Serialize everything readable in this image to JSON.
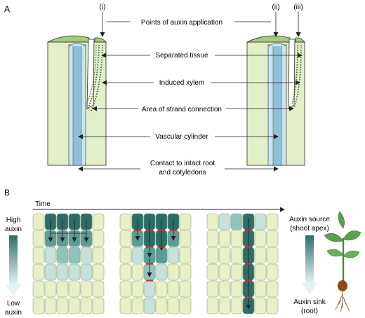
{
  "panel_a": {
    "panel_label": "A",
    "labels": {
      "i": "(i)",
      "ii": "(ii)",
      "iii": "(iii)",
      "points": "Points of auxin application",
      "separated": "Separated tissue",
      "induced": "Induced xylem",
      "strand": "Area of strand connection",
      "vascular": "Vascular cylinder",
      "contact_line1": "Contact to intact root",
      "contact_line2": "and cotyledons"
    }
  },
  "panel_b": {
    "panel_label": "B",
    "time_label": "Time",
    "left_scale": {
      "top_line1": "High",
      "top_line2": "auxin",
      "bottom_line1": "Low",
      "bottom_line2": "auxin"
    },
    "right_scale": {
      "top_line1": "Auxin source",
      "top_line2": "(shoot apex)",
      "bottom_line1": "Auxin sink",
      "bottom_line2": "(root)"
    },
    "colors": {
      "level_0": "#e8f0c8",
      "level_1": "#c6e2db",
      "level_2": "#8fc3bd",
      "level_3": "#5a9d98",
      "level_4": "#2b6e69",
      "cell_border": "#9aa878",
      "accent_red": "#c0392b",
      "arrow": "#222222"
    },
    "grids": [
      {
        "levels": [
          [
            0,
            4,
            4,
            4,
            4,
            0
          ],
          [
            0,
            3,
            3,
            3,
            3,
            0
          ],
          [
            0,
            1,
            2,
            2,
            1,
            0
          ],
          [
            0,
            1,
            1,
            1,
            1,
            0
          ],
          [
            0,
            0,
            0,
            0,
            0,
            0
          ],
          [
            0,
            0,
            0,
            0,
            0,
            0
          ]
        ]
      },
      {
        "levels": [
          [
            0,
            4,
            4,
            4,
            4,
            0
          ],
          [
            0,
            3,
            4,
            4,
            3,
            0
          ],
          [
            0,
            1,
            3,
            3,
            1,
            0
          ],
          [
            0,
            0,
            2,
            1,
            0,
            0
          ],
          [
            0,
            0,
            1,
            0,
            0,
            0
          ],
          [
            0,
            0,
            1,
            0,
            0,
            0
          ]
        ]
      },
      {
        "levels": [
          [
            0,
            1,
            2,
            4,
            1,
            0
          ],
          [
            0,
            0,
            0,
            4,
            0,
            0
          ],
          [
            0,
            0,
            0,
            4,
            0,
            0
          ],
          [
            0,
            0,
            0,
            4,
            0,
            0
          ],
          [
            0,
            0,
            0,
            4,
            0,
            0
          ],
          [
            0,
            0,
            0,
            4,
            0,
            0
          ]
        ]
      }
    ]
  }
}
